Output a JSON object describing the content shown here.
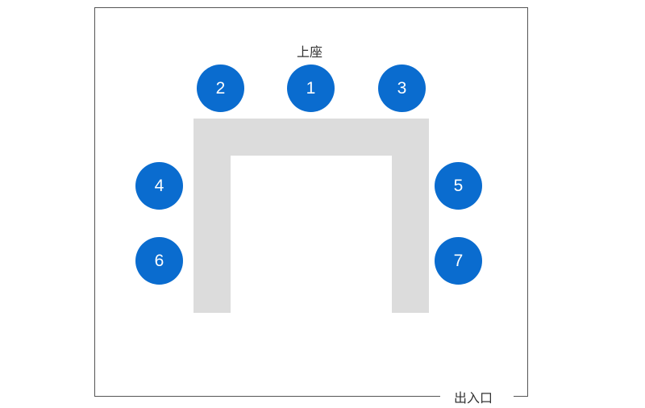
{
  "colors": {
    "seat": "#0a6ccf",
    "seat_text": "#ffffff",
    "table": "#dcdcdc",
    "room_border": "#555555",
    "label_text": "#333333"
  },
  "labels": {
    "head_seat": "上座",
    "entrance": "出入口"
  },
  "seats": [
    {
      "number": "1",
      "position": "top-center"
    },
    {
      "number": "2",
      "position": "top-left"
    },
    {
      "number": "3",
      "position": "top-right"
    },
    {
      "number": "4",
      "position": "left-upper"
    },
    {
      "number": "5",
      "position": "right-upper"
    },
    {
      "number": "6",
      "position": "left-lower"
    },
    {
      "number": "7",
      "position": "right-lower"
    }
  ],
  "table": {
    "shape": "U-shaped (open toward entrance)"
  }
}
